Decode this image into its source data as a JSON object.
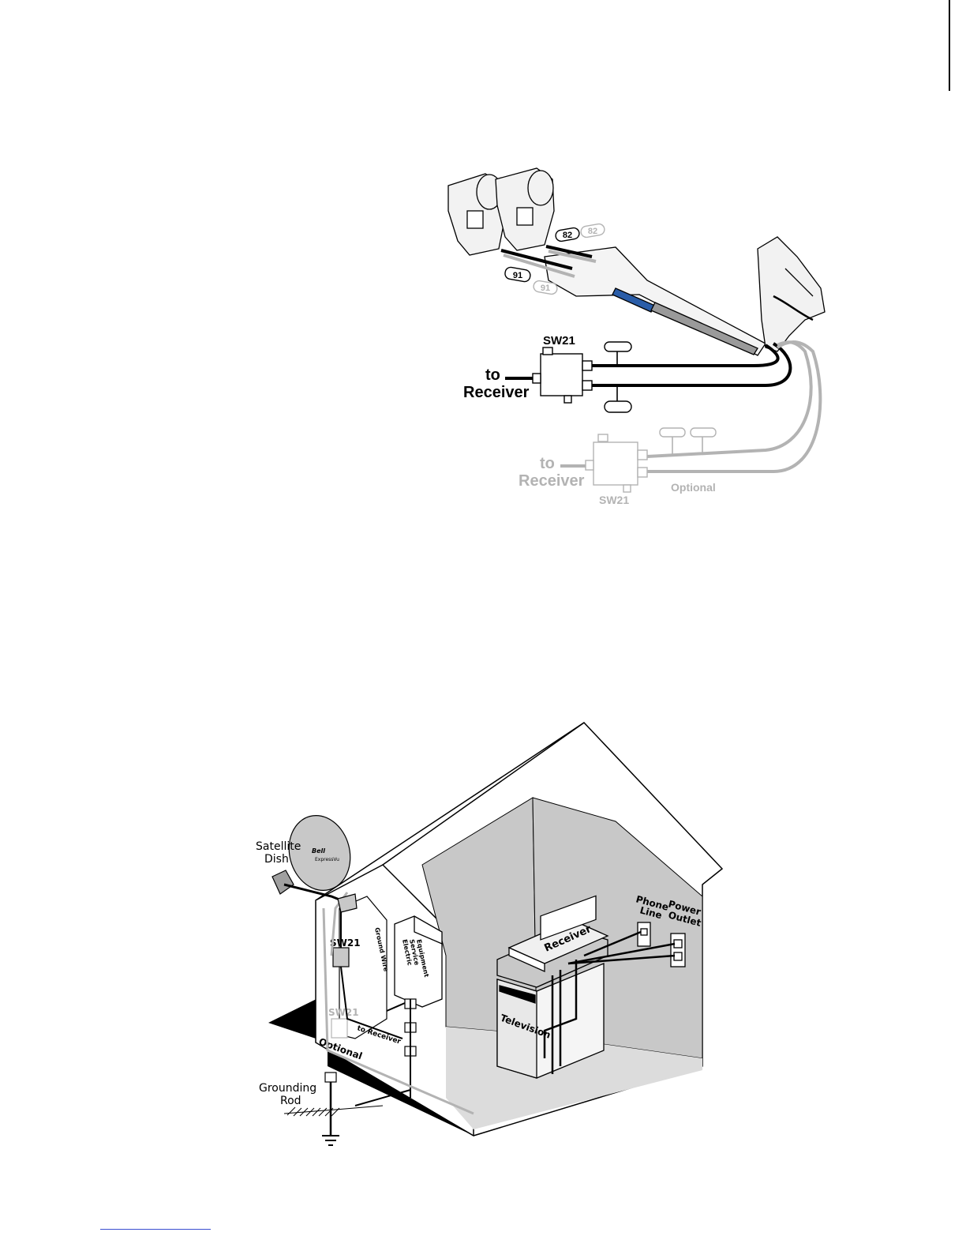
{
  "lnb_diagram": {
    "labels": {
      "lnb_82_black": "82",
      "lnb_82_grey": "82",
      "lnb_91_black": "91",
      "lnb_91_grey": "91",
      "switch_main": "SW21",
      "to": "to",
      "receiver": "Receiver",
      "to_optional": "to",
      "receiver_optional": "Receiver",
      "switch_optional": "SW21",
      "optional": "Optional"
    }
  },
  "house_diagram": {
    "labels": {
      "satellite_line1": "Satellite",
      "satellite_line2": "Dish",
      "dish_brand": "Bell",
      "dish_brand_sub": "ExpressVu",
      "sw21": "SW21",
      "sw21_optional": "SW21",
      "optional": "Optional",
      "ground_wire": "Ground Wire",
      "electric_line1": "Electric",
      "electric_line2": "Service",
      "electric_line3": "Equipment",
      "to_receiver": "to Receiver",
      "grounding_line1": "Grounding",
      "grounding_line2": "Rod",
      "receiver": "Receiver",
      "television": "Television",
      "phone_line1": "Phone",
      "phone_line2": "Line",
      "power_line1": "Power",
      "power_line2": "Outlet"
    }
  },
  "colors": {
    "ink": "#000000",
    "grey_optional": "#b3b3b3",
    "room_fill": "#c8c8c8",
    "cable_blue": "#2a5da8",
    "link": "#3a4fd0"
  }
}
